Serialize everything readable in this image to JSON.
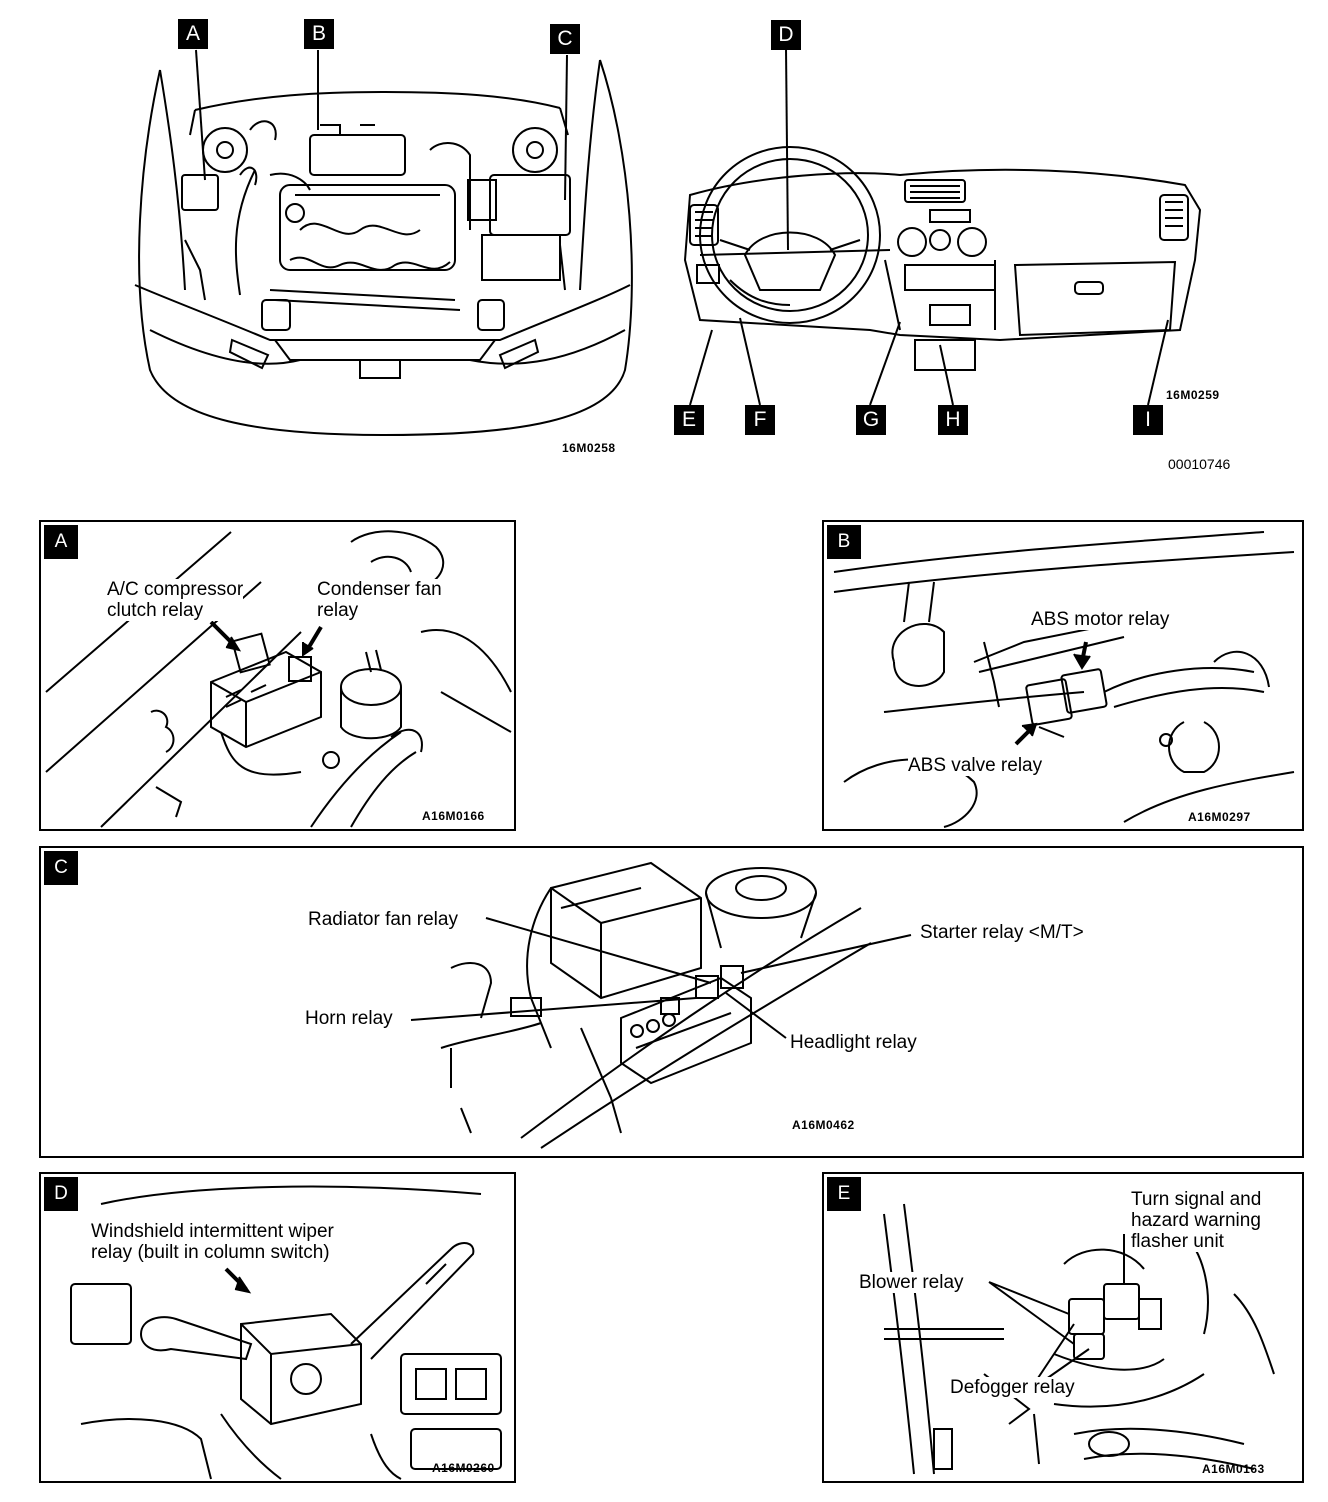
{
  "overview": {
    "engine_tags": [
      "A",
      "B",
      "C"
    ],
    "dash_tags": [
      "D",
      "E",
      "F",
      "G",
      "H",
      "I"
    ],
    "engine_code": "16M0258",
    "dash_code": "16M0259",
    "doc_number": "00010746"
  },
  "panels": {
    "a": {
      "tag": "A",
      "label_1": "A/C compressor\nclutch relay",
      "label_2": "Condenser fan\nrelay",
      "code": "A16M0166"
    },
    "b": {
      "tag": "B",
      "label_1": "ABS motor relay",
      "label_2": "ABS valve relay",
      "code": "A16M0297"
    },
    "c": {
      "tag": "C",
      "label_1": "Radiator fan relay",
      "label_2": "Starter relay <M/T>",
      "label_3": "Horn relay",
      "label_4": "Headlight relay",
      "code": "A16M0462"
    },
    "d": {
      "tag": "D",
      "label_1": "Windshield intermittent wiper\nrelay (built in column switch)",
      "code": "A16M0260"
    },
    "e": {
      "tag": "E",
      "label_1": "Turn signal and\nhazard warning\nflasher unit",
      "label_2": "Blower relay",
      "label_3": "Defogger relay",
      "code": "A16M0163"
    }
  }
}
